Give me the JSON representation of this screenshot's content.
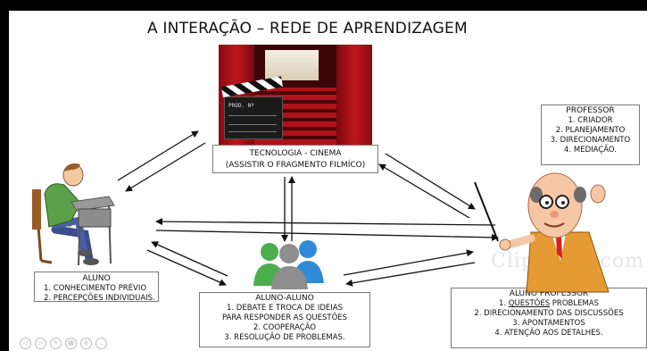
{
  "title": "A INTERAÇÃO – REDE DE APRENDIZAGEM",
  "cinema": {
    "clapboard_text": "PROD. Nº",
    "caption_line1": "TECNOLOGIA - CINEMA",
    "caption_line2": "(ASSISTIR O FRAGMENTO FILMÍCO)"
  },
  "professor": {
    "heading": "PROFESSOR",
    "items": [
      "1.   CRIADOR",
      "2.   PLANEJAMENTO",
      "3.   DIRECIONAMENTO",
      "4.   MEDIAÇÃO."
    ]
  },
  "aluno": {
    "heading": "ALUNO",
    "items": [
      "1.   CONHECIMENTO PRÉVIO",
      "2.   PERCEPÇÕES INDIVIDUAIS."
    ]
  },
  "aluno_aluno": {
    "heading": "ALUNO-ALUNO",
    "items": [
      "1.   DEBATE E TROCA DE IDEIAS",
      "PARA RESPONDER AS QUESTÕES",
      "2. COOPERAÇÃO",
      "3. RESOLUÇÃO DE PROBLEMAS."
    ]
  },
  "aluno_professor": {
    "heading": "ALUNO PROFESSOR",
    "item1_prefix": "1.   ",
    "item1_underlined": "QUESTÕES",
    "item1_suffix": " PROBLEMAS",
    "items": [
      "2.   DIRECIONAMENTO DAS DISCUSSÕES",
      "3.   APONTAMENTOS",
      "4.   ATENÇÃO AOS DETALHES."
    ]
  },
  "watermark": "ClipArtOf.com",
  "icons": [
    "student-at-desk-icon",
    "teacher-with-pointer-icon",
    "group-of-people-icon",
    "cinema-clapboard-icon"
  ]
}
